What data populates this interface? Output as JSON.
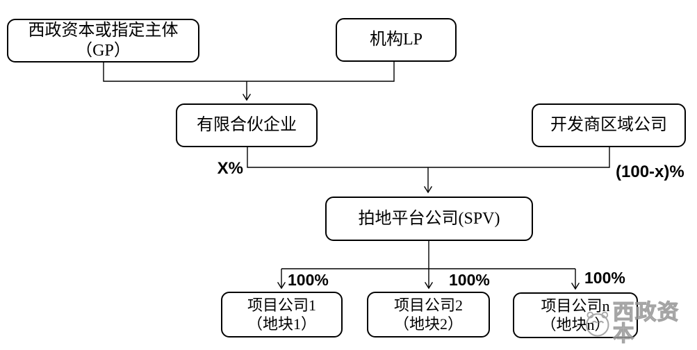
{
  "diagram": {
    "nodes": {
      "gp": {
        "line1": "西政资本或指定主体",
        "line2": "（GP）"
      },
      "lp": {
        "label": "机构LP"
      },
      "partnership": {
        "label": "有限合伙企业"
      },
      "developer": {
        "label": "开发商区域公司"
      },
      "spv": {
        "label": "拍地平台公司(SPV)"
      },
      "project1": {
        "line1": "项目公司1",
        "line2": "（地块1）"
      },
      "project2": {
        "line1": "项目公司2",
        "line2": "（地块2）"
      },
      "projectN": {
        "line1": "项目公司n",
        "line2": "（地块n）"
      }
    },
    "edge_labels": {
      "x_percent": "X%",
      "complement_percent": "(100-x)%",
      "pct_project1": "100%",
      "pct_project2": "100%",
      "pct_projectN": "100%"
    },
    "watermark": {
      "text": "西政资本"
    },
    "colors": {
      "stroke": "#000000",
      "background": "#ffffff",
      "watermark_gray": "#a3a3a3"
    }
  }
}
